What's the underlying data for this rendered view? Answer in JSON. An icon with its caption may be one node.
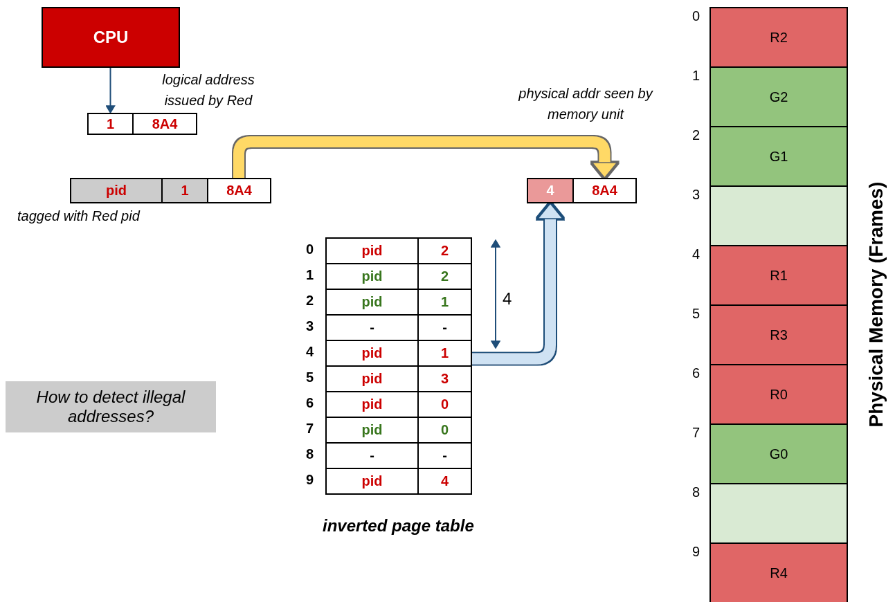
{
  "diagram": {
    "nodes": [
      {
        "text": [
          "CPU"
        ]
      },
      {
        "text": [
          "1"
        ]
      },
      {
        "text": [
          "8A4"
        ]
      },
      {
        "text": [
          "pid"
        ]
      },
      {
        "text": [
          "1"
        ]
      },
      {
        "text": [
          "8A4"
        ]
      },
      {
        "text": [
          "4"
        ]
      },
      {
        "text": [
          "8A4"
        ]
      },
      {
        "text": [
          "pid"
        ],
        "beside": [
          "0"
        ]
      },
      {
        "text": [
          "2"
        ]
      },
      {
        "text": [
          "pid"
        ],
        "beside": [
          "1"
        ]
      },
      {
        "text": [
          "2"
        ]
      },
      {
        "text": [
          "pid"
        ],
        "beside": [
          "2"
        ]
      },
      {
        "text": [
          "1"
        ]
      },
      {
        "text": [
          "-"
        ],
        "beside": [
          "3"
        ]
      },
      {
        "text": [
          "-"
        ]
      },
      {
        "text": [
          "pid"
        ],
        "beside": [
          "4"
        ]
      },
      {
        "text": [
          "1"
        ]
      },
      {
        "text": [
          "pid"
        ],
        "beside": [
          "5"
        ]
      },
      {
        "text": [
          "3"
        ]
      },
      {
        "text": [
          "pid"
        ],
        "beside": [
          "6"
        ]
      },
      {
        "text": [
          "0"
        ]
      },
      {
        "text": [
          "pid"
        ],
        "beside": [
          "7"
        ]
      },
      {
        "text": [
          "0"
        ]
      },
      {
        "text": [
          "-"
        ],
        "beside": [
          "8"
        ]
      },
      {
        "text": [
          "-"
        ]
      },
      {
        "text": [
          "pid"
        ],
        "beside": [
          "9"
        ]
      },
      {
        "text": [
          "4"
        ]
      },
      {
        "text": [
          "R2"
        ],
        "beside": [
          "0"
        ]
      },
      {
        "text": [
          "G2"
        ],
        "beside": [
          "1"
        ]
      },
      {
        "text": [
          "G1"
        ],
        "beside": [
          "2"
        ]
      },
      {
        "text": [],
        "shape": "box",
        "beside": [
          "3"
        ]
      },
      {
        "text": [
          "R1"
        ],
        "beside": [
          "4"
        ]
      },
      {
        "text": [
          "R3"
        ],
        "beside": [
          "5"
        ]
      },
      {
        "text": [
          "R0"
        ],
        "beside": [
          "6"
        ]
      },
      {
        "text": [
          "G0"
        ],
        "beside": [
          "7"
        ]
      },
      {
        "text": [],
        "shape": "box",
        "beside": [
          "8"
        ]
      },
      {
        "text": [
          "R4"
        ],
        "beside": [
          "9"
        ]
      },
      {
        "text": [
          "How to detect illegal addresses?"
        ]
      }
    ],
    "edges": [
      {
        "from": 0,
        "to": 1,
        "arrow": "to"
      },
      {
        "from": 5,
        "to": 7,
        "arrow": "to",
        "color": "#ffd966"
      },
      {
        "from": 17,
        "to": 6,
        "arrow": "to",
        "color": "#cfe2f3"
      }
    ],
    "labels": [
      "logical address issued by Red",
      "physical addr seen by memory unit",
      "tagged with Red pid",
      "4",
      "inverted page table",
      "Physical Memory (Frames)"
    ]
  }
}
